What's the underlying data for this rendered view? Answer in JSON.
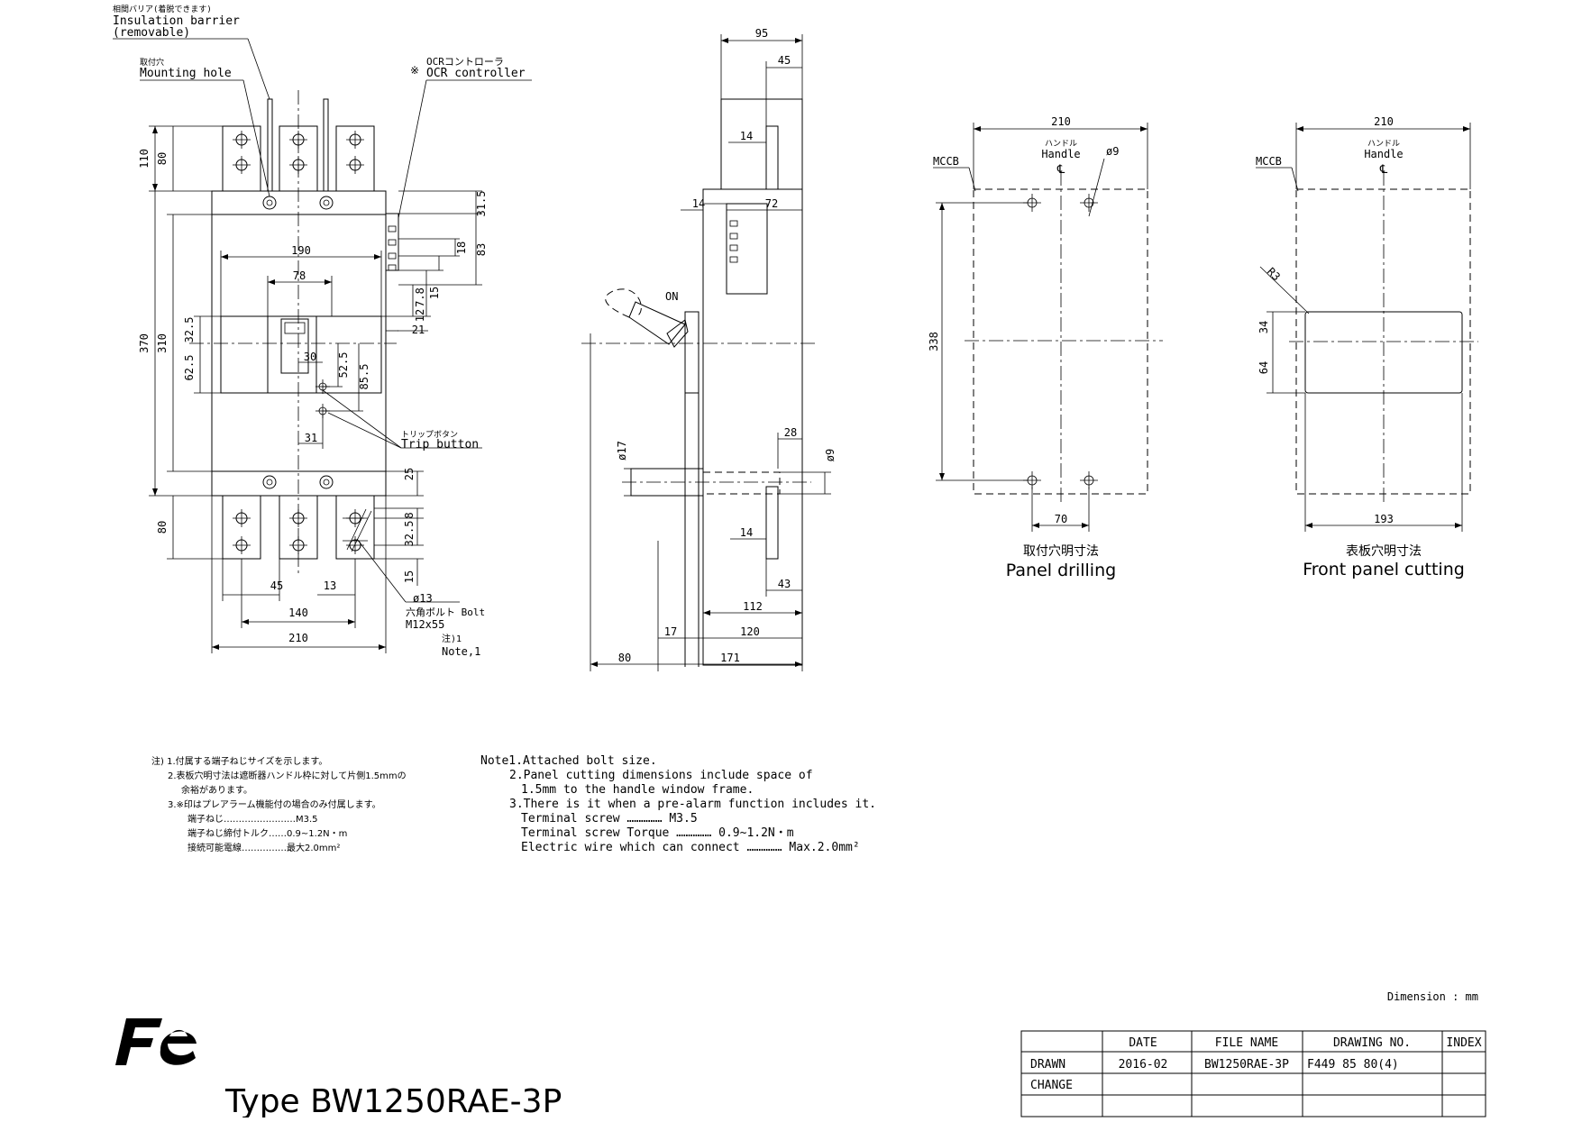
{
  "front_view": {
    "insulation_barrier_jp": "相間バリア(着脱できます)",
    "insulation_barrier_en": "Insulation barrier",
    "insulation_barrier_en2": "(removable)",
    "mounting_hole_jp": "取付穴",
    "mounting_hole_en": "Mounting hole",
    "ocr_mark": "※",
    "ocr_jp": "OCRコントローラ",
    "ocr_en": "OCR controller",
    "trip_jp": "トリップボタン",
    "trip_en": "Trip button",
    "bolt_dia": "ø13",
    "bolt_jp": "六角ボルト Bolt",
    "bolt_size": "M12x55",
    "note_ref_jp": "注)1",
    "note_ref_en": "Note,1",
    "dims": {
      "d110": "110",
      "d80a": "80",
      "d370": "370",
      "d310": "310",
      "d80b": "80",
      "d190": "190",
      "d78": "78",
      "d32_5a": "32.5",
      "d62_5": "62.5",
      "d30": "30",
      "d52_5": "52.5",
      "d85_5": "85.5",
      "d31": "31",
      "d31_5": "31.5",
      "d18": "18",
      "d83": "83",
      "d7_8": "7.8",
      "d12": "12",
      "d15a": "15",
      "d21": "21",
      "d25": "25",
      "d8": "8",
      "d32_5b": "32.5",
      "d15b": "15",
      "d45": "45",
      "d13": "13",
      "d140": "140",
      "d210": "210"
    }
  },
  "side_view": {
    "on_label": "ON",
    "dims": {
      "d95": "95",
      "d45": "45",
      "d14a": "14",
      "d14b": "14",
      "d72": "72",
      "d17dia": "ø17",
      "d28": "28",
      "d9dia": "ø9",
      "d14c": "14",
      "d43": "43",
      "d112": "112",
      "d17": "17",
      "d120": "120",
      "d80": "80",
      "d171": "171"
    }
  },
  "panel_drilling": {
    "d210": "210",
    "handle_jp": "ハンドル",
    "handle_en": "Handle",
    "cl": "℄",
    "d9": "ø9",
    "mccb": "MCCB",
    "d338": "338",
    "d70": "70",
    "caption_jp": "取付穴明寸法",
    "caption_en": "Panel drilling"
  },
  "front_panel": {
    "d210": "210",
    "handle_jp": "ハンドル",
    "handle_en": "Handle",
    "cl": "℄",
    "mccb": "MCCB",
    "r3": "R3",
    "d34": "34",
    "d64": "64",
    "d193": "193",
    "caption_jp": "表板穴明寸法",
    "caption_en": "Front panel cutting"
  },
  "notes_jp": [
    "注) 1.付属する端子ねじサイズを示します。",
    "2.表板穴明寸法は遮断器ハンドル枠に対して片側1.5mmの",
    "余裕があります。",
    "3.※印はプレアラーム機能付の場合のみ付属します。",
    "端子ねじ……………………M3.5",
    "端子ねじ締付トルク……0.9~1.2N・m",
    "接続可能電線……………最大2.0mm²"
  ],
  "notes_en": [
    "Note1.Attached bolt size.",
    "2.Panel cutting dimensions include space of",
    "1.5mm to the handle window frame.",
    "3.There is it when a pre-alarm function includes it.",
    "Terminal screw ……………  M3.5",
    "Terminal screw Torque …………… 0.9~1.2N・m",
    "Electric wire which can connect …………… Max.2.0mm²"
  ],
  "dimension_unit": "Dimension : mm",
  "logo_text": "Fe",
  "type_label": "Type BW1250RAE-3P",
  "title_block": {
    "headers": [
      "",
      "DATE",
      "FILE NAME",
      "DRAWING NO.",
      "INDEX"
    ],
    "rows": [
      [
        "DRAWN",
        "2016-02",
        "BW1250RAE-3P",
        "F449 85 80(4)",
        ""
      ],
      [
        "CHANGE",
        "",
        "",
        "",
        ""
      ],
      [
        "",
        "",
        "",
        "",
        ""
      ]
    ]
  }
}
